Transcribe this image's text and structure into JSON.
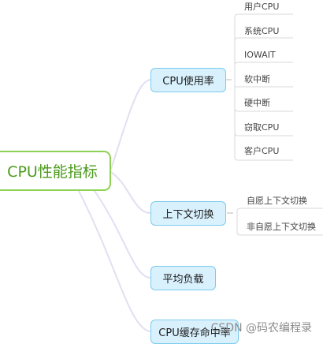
{
  "root": {
    "label": "CPU性能指标"
  },
  "topics": [
    {
      "label": "CPU使用率",
      "children": [
        "用户CPU",
        "系统CPU",
        "IOWAIT",
        "软中断",
        "硬中断",
        "窃取CPU",
        "客户CPU"
      ]
    },
    {
      "label": "上下文切换",
      "children": [
        "自愿上下文切换",
        "非自愿上下文切换"
      ]
    },
    {
      "label": "平均负载",
      "children": []
    },
    {
      "label": "CPU缓存命中率",
      "children": []
    }
  ],
  "watermark": "CSDN @码农编程录",
  "colors": {
    "root_border": "#8fd154",
    "root_text": "#4b9a1c",
    "topic_fill": "#d9f1fd",
    "topic_border": "#7ccbee",
    "connector": "#e4def2"
  }
}
